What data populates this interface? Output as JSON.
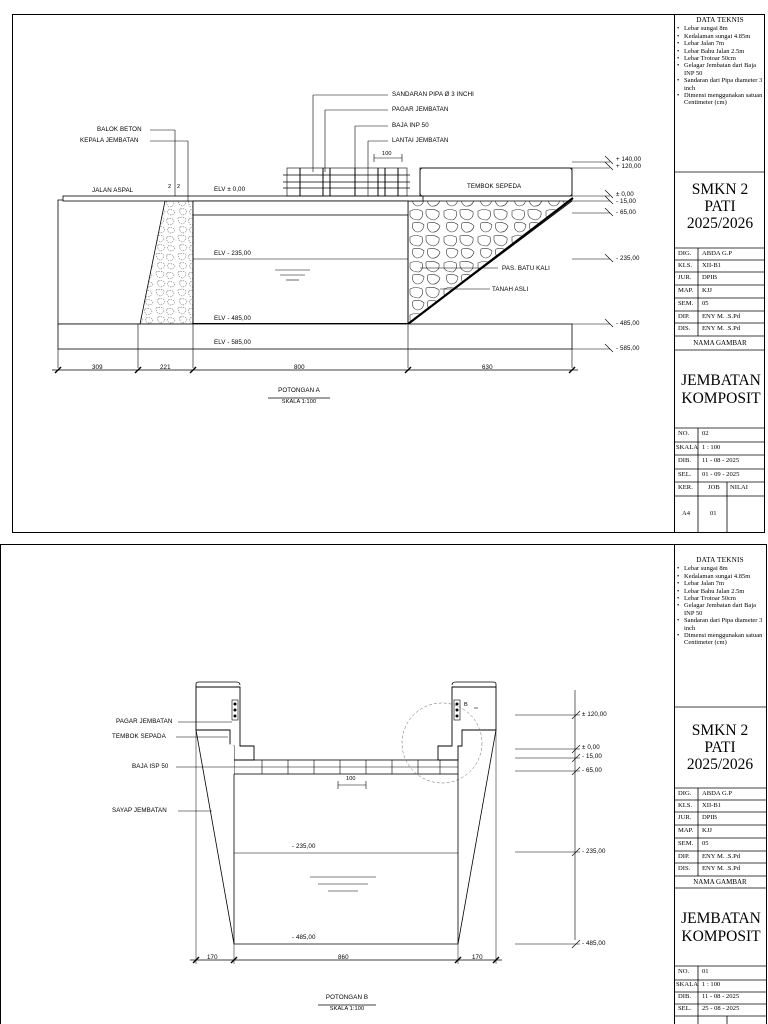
{
  "sheet_a": {
    "technical_data_title": "DATA TEKNIS",
    "technical_data": [
      "Lebar sungai 8m",
      "Kedalaman sungai 4.85m",
      "Lebar Jalan 7m",
      "Lebar Bahu Jalan 2.5m",
      "Lebar Trotoar 50cm",
      "Gelagar Jembatan dari Baja INP 50",
      "Sandaran dari Pipa diameter 3 inch",
      "Dimensi menggunakan satuan Centimeter (cm)"
    ],
    "school": [
      "SMKN 2",
      "PATI",
      "2025/2026"
    ],
    "info_rows": [
      {
        "key": "DIG.",
        "value": "ABDA G.P"
      },
      {
        "key": "KLS.",
        "value": "XII-B1"
      },
      {
        "key": "JUR.",
        "value": "DPIB"
      },
      {
        "key": "MAP.",
        "value": "KJJ"
      },
      {
        "key": "SEM.",
        "value": "05"
      },
      {
        "key": "DIP.",
        "value": "ENY M. .S.Pd"
      },
      {
        "key": "DIS.",
        "value": "ENY M. .S.Pd"
      }
    ],
    "drawing_name_label": "NAMA GAMBAR",
    "drawing_title": [
      "JEMBATAN",
      "KOMPOSIT"
    ],
    "bottom_rows": [
      {
        "key": "NO.",
        "value": "02"
      },
      {
        "key": "SKALA",
        "value": "1 : 100"
      },
      {
        "key": "DIB.",
        "value": "11 - 08 - 2025"
      },
      {
        "key": "SEL.",
        "value": "01 - 09 - 2025"
      }
    ],
    "ker_row": {
      "ker": "KER.",
      "job": "JOB",
      "nilai": "NILAI"
    },
    "paper": {
      "size": "A4",
      "job_no": "01"
    },
    "section_title": "POTONGAN A",
    "scale": "SKALA 1:100",
    "labels": {
      "sandaran": "SANDARAN PIPA Ø 3 INCHI",
      "pagar": "PAGAR JEMBATAN",
      "baja": "BAJA INP 50",
      "lantai": "LANTAI JEMBATAN",
      "balok": "BALOK BETON",
      "kepala": "KEPALA JEMBATAN",
      "jalan": "JALAN ASPAL",
      "tembok": "TEMBOK SEPEDA",
      "batu": "PAS. BATU KALI",
      "tanah": "TANAH ASLI",
      "dim_100": "100",
      "dim_2a": "2",
      "dim_2b": "2"
    },
    "elevations": [
      "ELV ± 0,00",
      "ELV - 235,00",
      "ELV - 485,00",
      "ELV - 585,00"
    ],
    "levels": [
      "+ 140,00",
      "+ 120,00",
      "± 0,00",
      "- 15,00",
      "- 65,00",
      "- 235,00",
      "- 485,00",
      "- 585,00"
    ],
    "dimensions": [
      "309",
      "221",
      "800",
      "630"
    ]
  },
  "sheet_b": {
    "technical_data_title": "DATA TEKNIS",
    "technical_data": [
      "Lebar sungai 8m",
      "Kedalaman sungai 4.85m",
      "Lebar Jalan 7m",
      "Lebar Bahu Jalan 2.5m",
      "Lebar Trotoar 50cm",
      "Gelagar Jembatan dari Baja INP 50",
      "Sandaran dari Pipa diameter 3 inch",
      "Dimensi menggunakan satuan Centimeter (cm)"
    ],
    "school": [
      "SMKN 2",
      "PATI",
      "2025/2026"
    ],
    "info_rows": [
      {
        "key": "DIG.",
        "value": "ABDA G.P"
      },
      {
        "key": "KLS.",
        "value": "XII-B1"
      },
      {
        "key": "JUR.",
        "value": "DPIB"
      },
      {
        "key": "MAP.",
        "value": "KJJ"
      },
      {
        "key": "SEM.",
        "value": "05"
      },
      {
        "key": "DIP.",
        "value": "ENY M. .S.Pd"
      },
      {
        "key": "DIS.",
        "value": "ENY M. .S.Pd"
      }
    ],
    "drawing_name_label": "NAMA GAMBAR",
    "drawing_title": [
      "JEMBATAN",
      "KOMPOSIT"
    ],
    "bottom_rows": [
      {
        "key": "NO.",
        "value": "01"
      },
      {
        "key": "SKALA",
        "value": "1 : 100"
      },
      {
        "key": "DIB.",
        "value": "11 - 08 - 2025"
      },
      {
        "key": "SEL.",
        "value": "25 - 08 - 2025"
      }
    ],
    "section_title": "POTONGAN B",
    "scale": "SKALA 1:100",
    "labels": {
      "pagar": "PAGAR JEMBATAN",
      "tembok": "TEMBOK SEPADA",
      "baja": "BAJA ISP 50",
      "sayap": "SAYAP JEMBATAN",
      "detail": "B",
      "dim_100": "100"
    },
    "elevations": [
      "- 235,00",
      "- 485,00"
    ],
    "levels": [
      "± 120,00",
      "± 0,00",
      "- 15,00",
      "- 65,00",
      "- 235,00",
      "- 485,00"
    ],
    "dimensions": [
      "170",
      "860",
      "170"
    ]
  }
}
